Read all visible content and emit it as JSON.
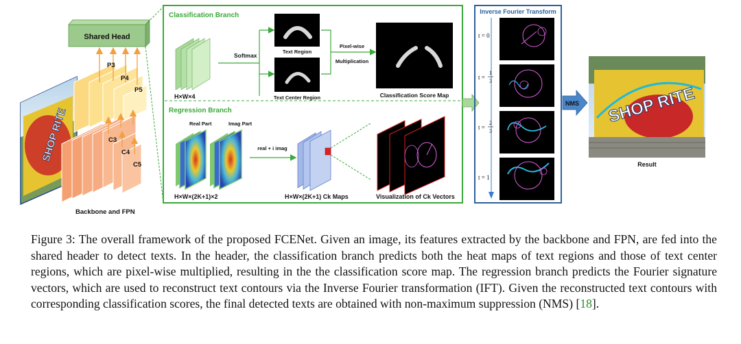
{
  "figure": {
    "shared_head": "Shared Head",
    "backbone_label": "Backbone and FPN",
    "p_levels": [
      "P3",
      "P4",
      "P5"
    ],
    "c_levels": [
      "C3",
      "C4",
      "C5"
    ],
    "classification": {
      "title": "Classification Branch",
      "softmax": "Softmax",
      "text_region": "Text Region",
      "text_center_region": "Text Center Region",
      "pixelwise_1": "Pixel-wise",
      "pixelwise_2": "Multiplication",
      "input_dims": "H×W×4",
      "score_map": "Classification Score Map"
    },
    "regression": {
      "title": "Regression Branch",
      "real_part": "Real Part",
      "imag_part": "Imag Part",
      "op": "real + i imag",
      "input_dims": "H×W×(2K+1)×2",
      "ck_maps": "H×W×(2K+1) Ck Maps",
      "ck_vectors": "Visualization of Ck Vectors"
    },
    "ift": {
      "title": "Inverse Fourier Transform",
      "t0": "t = 0",
      "t_prefix": "t =",
      "t1_num": "1",
      "t1_den": "3",
      "t2_num": "2",
      "t2_den": "3",
      "t3": "t = 1"
    },
    "nms": "NMS",
    "result": "Result",
    "sign_text": "SHOP RITE"
  },
  "caption": {
    "main": "Figure 3: The overall framework of the proposed FCENet. Given an image, its features extracted by the backbone and FPN, are fed into the shared header to detect texts.  In the header, the classification branch predicts both the heat maps of text regions and those of text center regions, which are pixel-wise multiplied, resulting in the the classification score map.  The regression branch predicts the Fourier signature vectors, which are used to reconstruct text contours via the Inverse Fourier transformation (IFT). Given the reconstructed text contours with corresponding classification scores, the final detected texts are obtained with non-maximum suppression (NMS) [",
    "cite": "18",
    "end": "]."
  },
  "colors": {
    "green_border": "#3aa83a",
    "ift_border": "#2e5f9e",
    "fpn_orange": "#f4a070",
    "fpn_yellow": "#fcd880",
    "head_green": "#9cc98c",
    "nms_blue": "#4a86c8"
  }
}
